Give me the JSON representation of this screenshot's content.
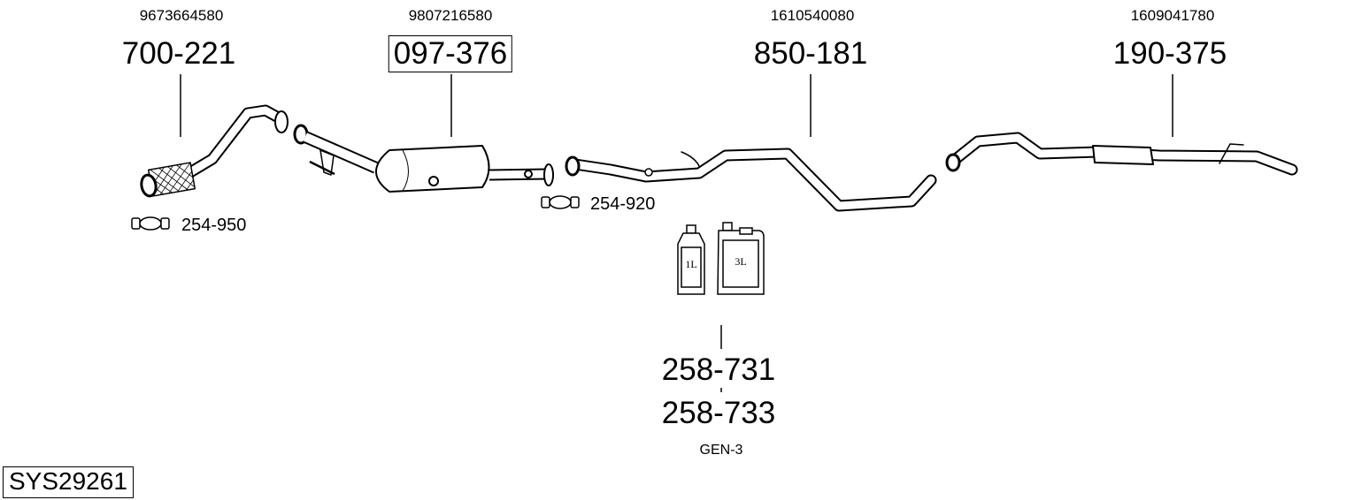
{
  "parts": [
    {
      "oe": "9673664580",
      "number": "700-221",
      "boxed": false
    },
    {
      "oe": "9807216580",
      "number": "097-376",
      "boxed": true
    },
    {
      "oe": "1610540080",
      "number": "850-181",
      "boxed": false
    },
    {
      "oe": "1609041780",
      "number": "190-375",
      "boxed": false
    }
  ],
  "clamps": [
    {
      "number": "254-950"
    },
    {
      "number": "254-920"
    }
  ],
  "fluids": {
    "bottle_small": "1L",
    "bottle_large": "3L",
    "number_1": "258-731",
    "number_2": "258-733",
    "note": "GEN-3"
  },
  "system_id": "SYS29261"
}
